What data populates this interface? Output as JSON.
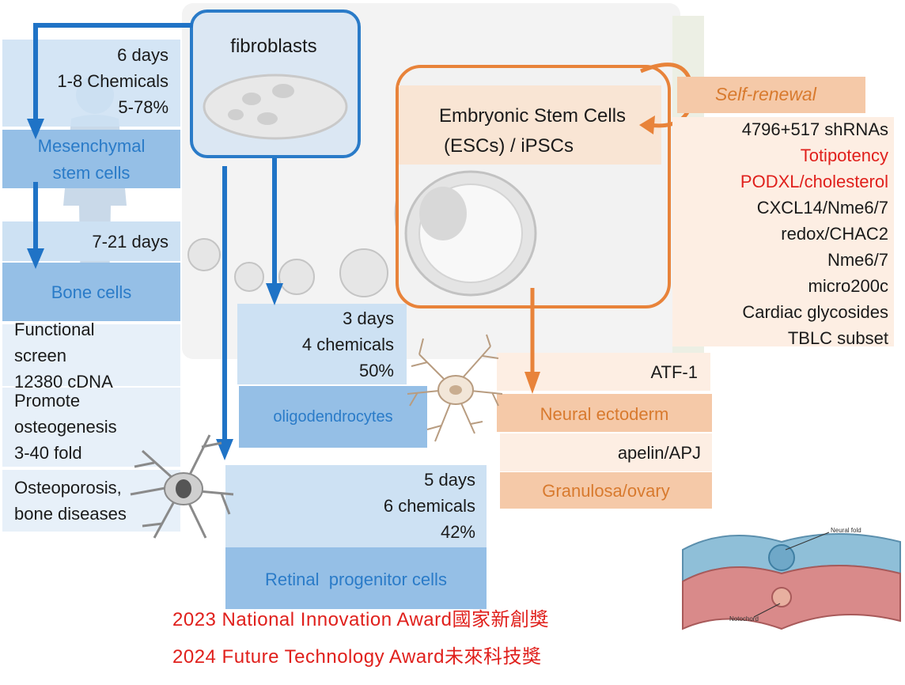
{
  "center": {
    "fibroblasts": "fibroblasts",
    "esc_line1": "Embryonic Stem Cells",
    "esc_line2": "(ESCs) / iPSCs"
  },
  "mesenchymal": {
    "info": [
      "6 days",
      "1-8 Chemicals",
      "5-78%"
    ],
    "label_line1": "Mesenchymal",
    "label_line2": "stem cells"
  },
  "bone": {
    "info": "7-21 days",
    "label": "Bone cells",
    "details": [
      [
        "Functional",
        "screen",
        "12380 cDNA"
      ],
      [
        "Promote",
        "osteogenesis",
        "3-40 fold"
      ],
      [
        "Osteoporosis,",
        "bone diseases"
      ]
    ]
  },
  "oligodendrocytes": {
    "info": [
      "3 days",
      "4 chemicals",
      "50%"
    ],
    "label": "oligodendrocytes"
  },
  "retinal": {
    "info": [
      "5 days",
      "6 chemicals",
      "42%"
    ],
    "label": "Retinal  progenitor cells"
  },
  "self_renewal": {
    "label": "Self-renewal",
    "items": [
      {
        "text": "4796+517 shRNAs",
        "color": "#1a1a1a"
      },
      {
        "text": "Totipotency",
        "color": "#e0201c"
      },
      {
        "text": "PODXL/cholesterol",
        "color": "#e0201c"
      },
      {
        "text": "CXCL14/Nme6/7",
        "color": "#1a1a1a"
      },
      {
        "text": "redox/CHAC2",
        "color": "#1a1a1a"
      },
      {
        "text": "Nme6/7",
        "color": "#1a1a1a"
      },
      {
        "text": "micro200c",
        "color": "#1a1a1a"
      },
      {
        "text": "Cardiac glycosides",
        "color": "#1a1a1a"
      },
      {
        "text": "TBLC subset",
        "color": "#1a1a1a"
      }
    ]
  },
  "neural": {
    "atf": "ATF-1",
    "label": "Neural ectoderm",
    "apelin": "apelin/APJ",
    "granulosa": "Granulosa/ovary"
  },
  "figure": {
    "neural_fold": "Neural fold",
    "notochord": "Notochord"
  },
  "awards": [
    "2023 National Innovation Award國家新創獎",
    "2024 Future Technology Award未來科技獎"
  ],
  "colors": {
    "blue": "#2a7bc8",
    "orange": "#e8833a",
    "red": "#e0201c"
  }
}
